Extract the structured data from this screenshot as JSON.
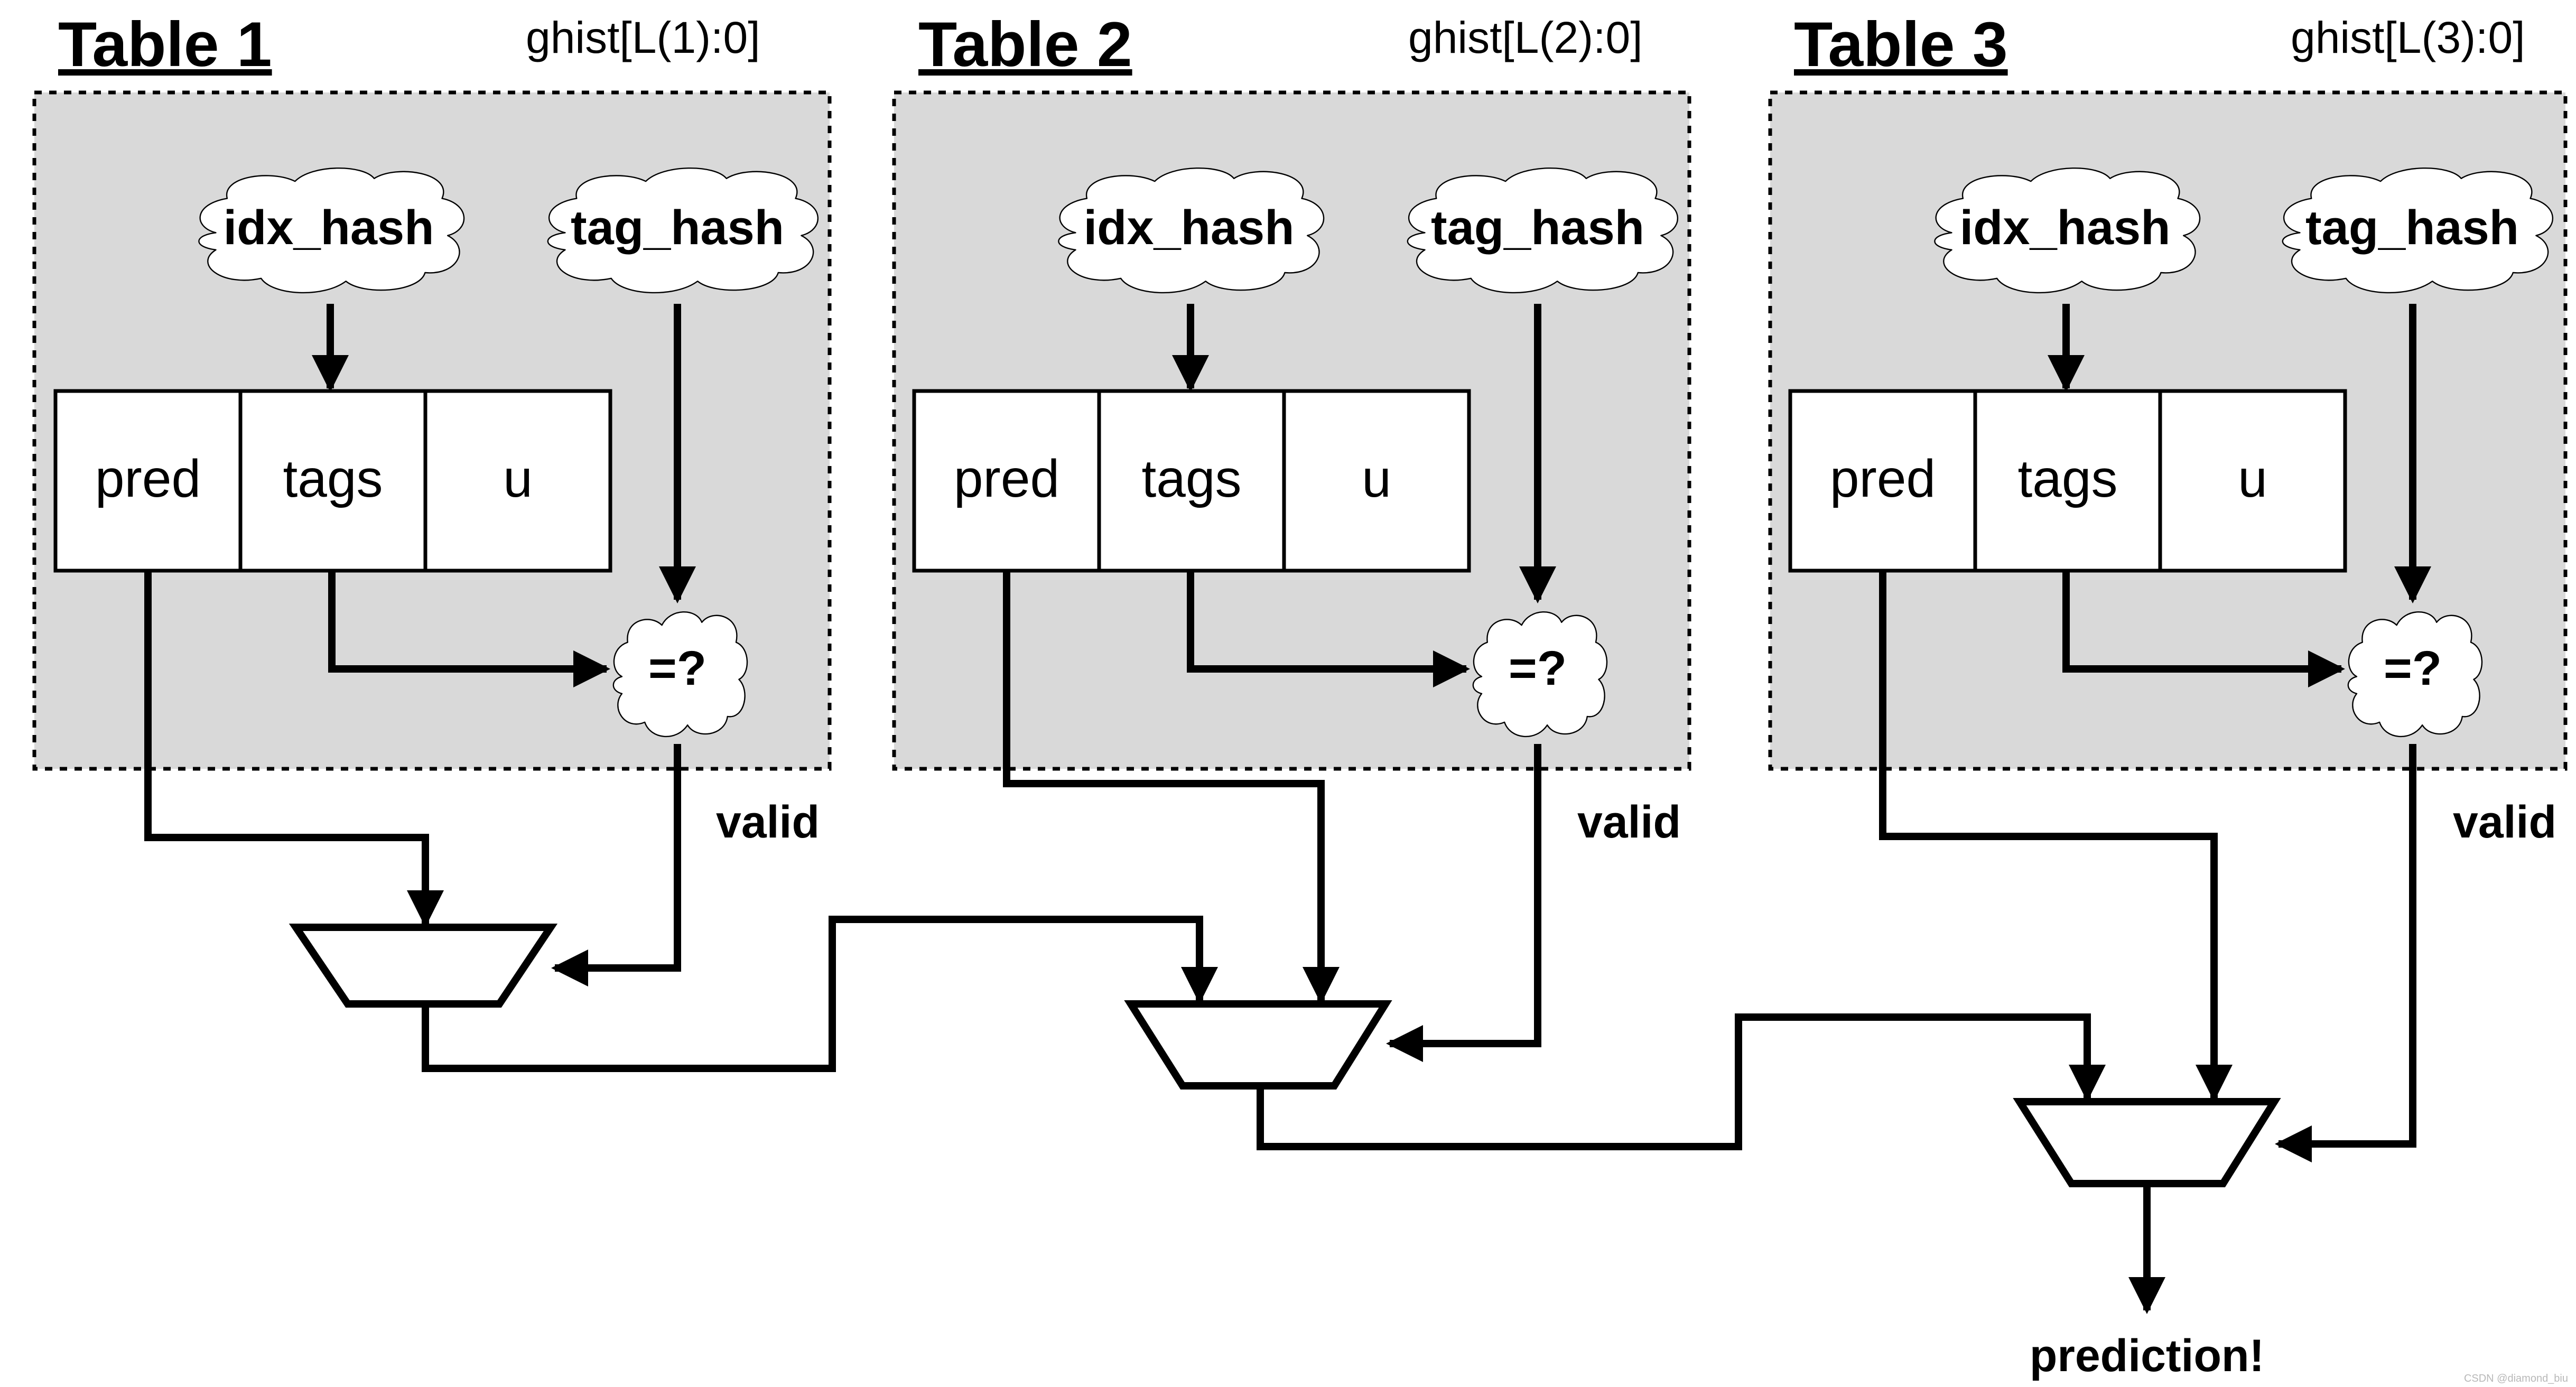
{
  "tables": [
    {
      "title": "Table 1",
      "ghist": "ghist[L(1):0]",
      "idx_hash": "idx_hash",
      "tag_hash": "tag_hash",
      "cells": [
        "pred",
        "tags",
        "u"
      ],
      "compare": "=?",
      "valid": "valid"
    },
    {
      "title": "Table 2",
      "ghist": "ghist[L(2):0]",
      "idx_hash": "idx_hash",
      "tag_hash": "tag_hash",
      "cells": [
        "pred",
        "tags",
        "u"
      ],
      "compare": "=?",
      "valid": "valid"
    },
    {
      "title": "Table 3",
      "ghist": "ghist[L(3):0]",
      "idx_hash": "idx_hash",
      "tag_hash": "tag_hash",
      "cells": [
        "pred",
        "tags",
        "u"
      ],
      "compare": "=?",
      "valid": "valid"
    }
  ],
  "output_label": "prediction!",
  "watermark": "CSDN @diamond_biu",
  "colors": {
    "panel_fill": "#d9d9d9",
    "stroke": "#000000",
    "background": "#ffffff"
  }
}
